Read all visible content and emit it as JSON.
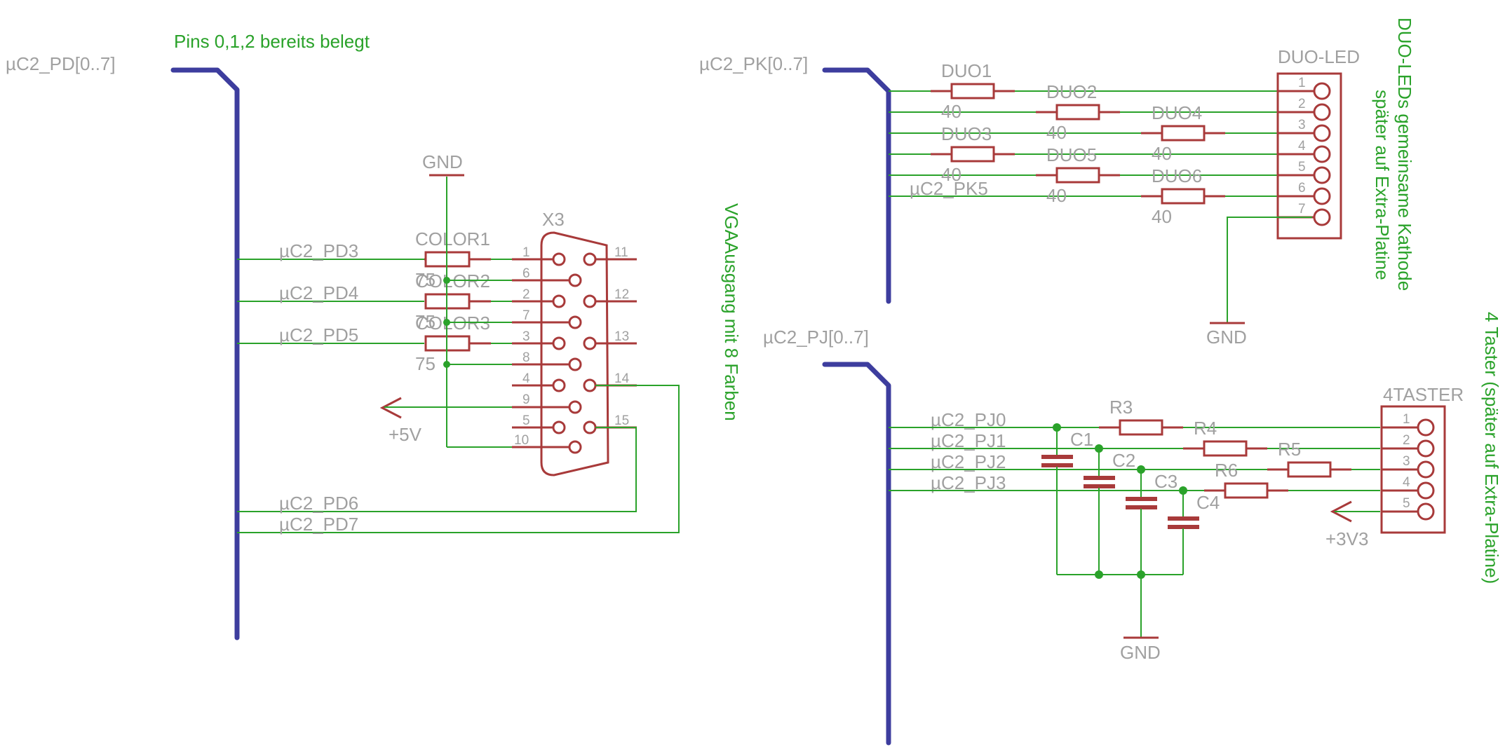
{
  "left": {
    "bus_label": "µC2_PD[0..7]",
    "note": "Pins 0,1,2 bereits belegt",
    "vga_note": "VGAAusgang mit 8 Farben",
    "gnd": "GND",
    "vcc": "+5V",
    "connector_name": "X3",
    "nets": [
      "µC2_PD3",
      "µC2_PD4",
      "µC2_PD5",
      "µC2_PD6",
      "µC2_PD7"
    ],
    "resistors": [
      {
        "name": "COLOR1",
        "value": "75"
      },
      {
        "name": "COLOR2",
        "value": "75"
      },
      {
        "name": "COLOR3",
        "value": "75"
      }
    ],
    "pins_left": [
      "1",
      "6",
      "2",
      "7",
      "3",
      "8",
      "4",
      "9",
      "5",
      "10"
    ],
    "pins_right": [
      "11",
      "12",
      "13",
      "14",
      "15"
    ]
  },
  "duo": {
    "bus_label": "µC2_PK[0..7]",
    "connector_name": "DUO-LED",
    "note_line1": "DUO-LEDs gemeinsame Kathode",
    "note_line2": "später auf Extra-Platine",
    "gnd": "GND",
    "net_label": "µC2_PK5",
    "resistors": [
      {
        "name": "DUO1",
        "value": "40"
      },
      {
        "name": "DUO2",
        "value": "40"
      },
      {
        "name": "DUO3",
        "value": "40"
      },
      {
        "name": "DUO4",
        "value": "40"
      },
      {
        "name": "DUO5",
        "value": "40"
      },
      {
        "name": "DUO6",
        "value": "40"
      }
    ],
    "pins": [
      "1",
      "2",
      "3",
      "4",
      "5",
      "6",
      "7"
    ]
  },
  "taster": {
    "bus_label": "µC2_PJ[0..7]",
    "connector_name": "4TASTER",
    "note": "4 Taster (später auf Extra-Platine)",
    "gnd": "GND",
    "vcc": "+3V3",
    "nets": [
      "µC2_PJ0",
      "µC2_PJ1",
      "µC2_PJ2",
      "µC2_PJ3"
    ],
    "resistors": [
      "R3",
      "R4",
      "R5",
      "R6"
    ],
    "capacitors": [
      "C1",
      "C2",
      "C3",
      "C4"
    ],
    "pins": [
      "1",
      "2",
      "3",
      "4",
      "5"
    ]
  },
  "colors": {
    "wire": "#2aa22a",
    "bus": "#3d3d9e",
    "symbol": "#a83a3a",
    "label": "#a0a0a0"
  }
}
